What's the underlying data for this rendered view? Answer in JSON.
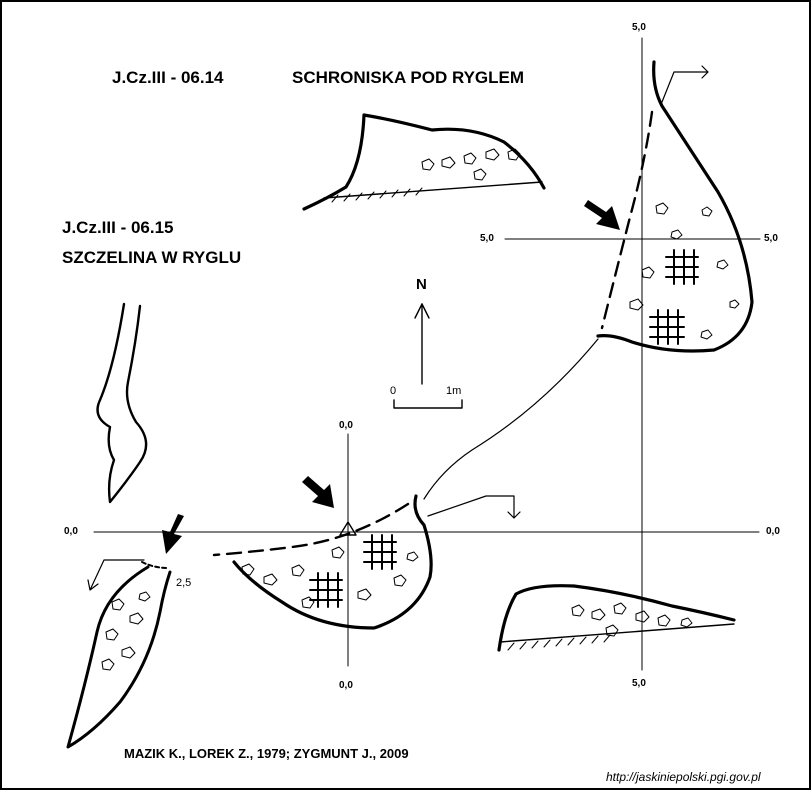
{
  "cave1": {
    "code": "J.Cz.III - 06.14",
    "name": "SCHRONISKA POD RYGLEM"
  },
  "cave2": {
    "code": "J.Cz.III - 06.15",
    "name": "SZCZELINA W RYGLU"
  },
  "grid_labels": {
    "top": "5,0",
    "left_5": "5,0",
    "right_5": "5,0",
    "left_0": "0,0",
    "right_0": "0,0",
    "mid_top": "0,0",
    "mid_bottom": "0,0",
    "bottom_5": "5,0"
  },
  "depth_label": "2,5",
  "compass": {
    "label": "N"
  },
  "scale": {
    "start": "0",
    "end": "1m"
  },
  "credits": "MAZIK K., LOREK Z., 1979;   ZYGMUNT J., 2009",
  "source_url": "http://jaskiniepolski.pgi.gov.pl",
  "colors": {
    "ink": "#000000",
    "background": "#ffffff"
  }
}
